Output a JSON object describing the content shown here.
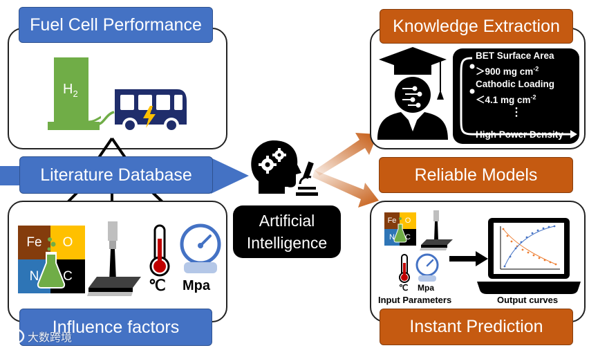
{
  "left": {
    "fuel_cell_title": "Fuel Cell Performance",
    "hydrogen_label": "H",
    "hydrogen_subscript": "2",
    "literature_label": "Literature Database",
    "influence_label": "Influence factors",
    "elements": [
      "Fe",
      "O",
      "N",
      "C"
    ],
    "temperature_unit": "℃",
    "pressure_unit": "Mpa"
  },
  "center": {
    "ai_line1": "Artificial",
    "ai_line2": "Intelligence"
  },
  "right": {
    "knowledge_title": "Knowledge Extraction",
    "bet_label": "BET Surface Area",
    "bet_value": "＞900 mg cm",
    "bet_exp": "-2",
    "cathodic_label": "Cathodic Loading",
    "cathodic_value": "＜4.1 mg cm",
    "cathodic_exp": "-2",
    "ellipsis": "⋮",
    "result": "High Power Density",
    "reliable_label": "Reliable Models",
    "instant_label": "Instant Prediction",
    "mini_elements": [
      "Fe",
      "O",
      "N",
      "C"
    ],
    "mini_temp_unit": "℃",
    "mini_pressure_unit": "Mpa",
    "input_parameters": "Input Parameters",
    "output_curves": "Output curves"
  },
  "watermark": "大数跨境",
  "colors": {
    "blue": "#4472c4",
    "orange": "#c55a11",
    "green": "#70ad47",
    "navy": "#1f2d6b",
    "brown": "#843c0c",
    "gold": "#ffc000",
    "ink": "#000000"
  },
  "icons": [
    "hydrogen-tank-icon",
    "bus-icon",
    "lightning-icon",
    "flask-icon",
    "microscope-icon",
    "thermometer-icon",
    "pressure-gauge-icon",
    "ai-head-icon",
    "gears-icon",
    "graduate-icon",
    "arrow-icon",
    "laptop-icon"
  ]
}
